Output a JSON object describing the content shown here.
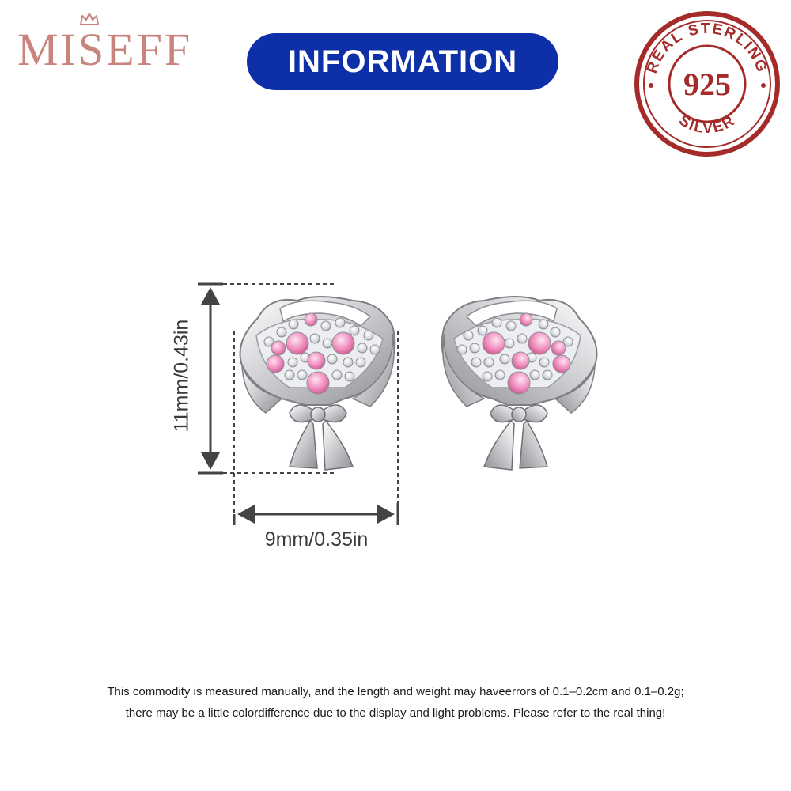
{
  "brand": {
    "name": "MISEFF",
    "color": "#c8847d"
  },
  "banner": {
    "label": "INFORMATION",
    "color": "#0d2fa8"
  },
  "seal": {
    "top_text": "REAL STERLING",
    "number": "925",
    "bottom_text": "SILVER",
    "color": "#a52a2a"
  },
  "dimensions": {
    "height_label": "11mm/0.43in",
    "width_label": "9mm/0.35in"
  },
  "product": {
    "item": "bouquet stud earrings",
    "stone_color": "#f0a3c8",
    "metal_color": "#d9d9dc"
  },
  "disclaimer": {
    "line1": "This commodity is measured manually, and the length and weight may haveerrors of 0.1–0.2cm and 0.1–0.2g;",
    "line2": "there may be a little colordifference due to the display and light problems. Please refer to the real thing!"
  }
}
